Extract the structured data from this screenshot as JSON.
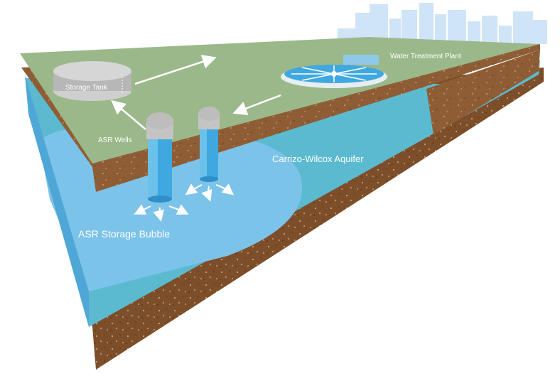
{
  "labels": {
    "water_treatment_plant": "Water Treatment Plant",
    "storage_tank": "Storage Tank",
    "asr_wells": "ASR Wells",
    "aquifer": "Carrizo-Wilcox Aquifer",
    "storage_bubble": "ASR Storage Bubble"
  },
  "colors": {
    "ground_surface": "#9bb88a",
    "soil": "#8b5a33",
    "aquifer": "#5bbad0",
    "storage_bubble": "#7cc3ea",
    "skyline": "#cfe4f6",
    "well_cap": "#bdbdbd",
    "well_pipe": "#3fa8e0"
  }
}
